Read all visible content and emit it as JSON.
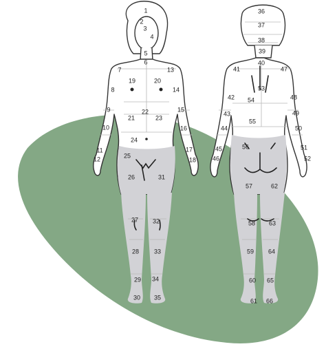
{
  "colors": {
    "background_blob": "#84a885",
    "body_fill": "#ffffff",
    "shaded_region": "#d2d2d6",
    "outline": "#333333",
    "label": "#222222"
  },
  "front_labels": [
    "1",
    "2",
    "3",
    "4",
    "5",
    "6",
    "7",
    "8",
    "9",
    "10",
    "11",
    "12",
    "13",
    "14",
    "15",
    "16",
    "17",
    "18",
    "19",
    "20",
    "21",
    "22",
    "23",
    "24",
    "25",
    "26",
    "27",
    "28",
    "29",
    "30",
    "31",
    "32",
    "33",
    "34",
    "35"
  ],
  "back_labels": [
    "36",
    "37",
    "38",
    "39",
    "40",
    "41",
    "42",
    "43",
    "44",
    "45",
    "46",
    "47",
    "48",
    "49",
    "50",
    "51",
    "52",
    "53",
    "54",
    "55",
    "56",
    "57",
    "58",
    "59",
    "60",
    "61",
    "62",
    "63",
    "64",
    "65",
    "66"
  ]
}
